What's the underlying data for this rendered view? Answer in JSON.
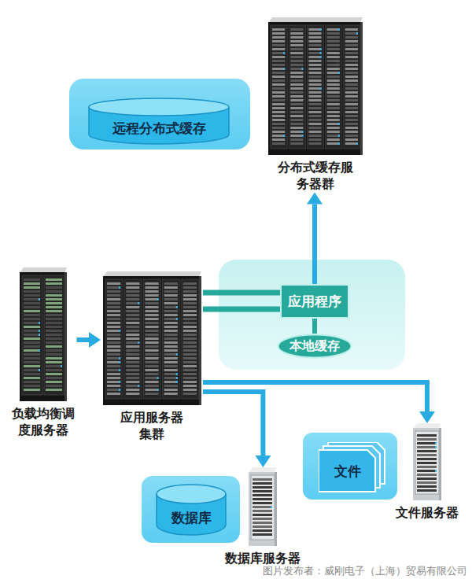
{
  "diagram": {
    "nodes": [
      {
        "text": [
          "远程分布式缓存"
        ]
      },
      {
        "text": [
          "分布式缓存服务器群"
        ]
      },
      {
        "text": [
          "应用程序"
        ]
      },
      {
        "text": [
          "本地缓存"
        ]
      },
      {
        "text": [
          "负载均衡调度服务器"
        ]
      },
      {
        "text": [
          "应用服务器集群"
        ]
      },
      {
        "text": [
          "文件"
        ]
      },
      {
        "text": [
          "文件服务器"
        ]
      },
      {
        "text": [
          "数据库"
        ]
      },
      {
        "text": [
          "数据库服务器"
        ]
      }
    ],
    "edges": [
      {
        "from": 4,
        "to": 5,
        "arrow": "to"
      },
      {
        "from": 5,
        "to": 2,
        "arrow": "none"
      },
      {
        "from": 3,
        "to": 2,
        "arrow": "none"
      },
      {
        "from": 2,
        "to": 1,
        "arrow": "to"
      },
      {
        "from": 5,
        "to": 7,
        "arrow": "to"
      },
      {
        "from": 5,
        "to": 9,
        "arrow": "to"
      }
    ],
    "labels": [
      "图片发布者：威刚电子（上海）贸易有限公司"
    ]
  }
}
